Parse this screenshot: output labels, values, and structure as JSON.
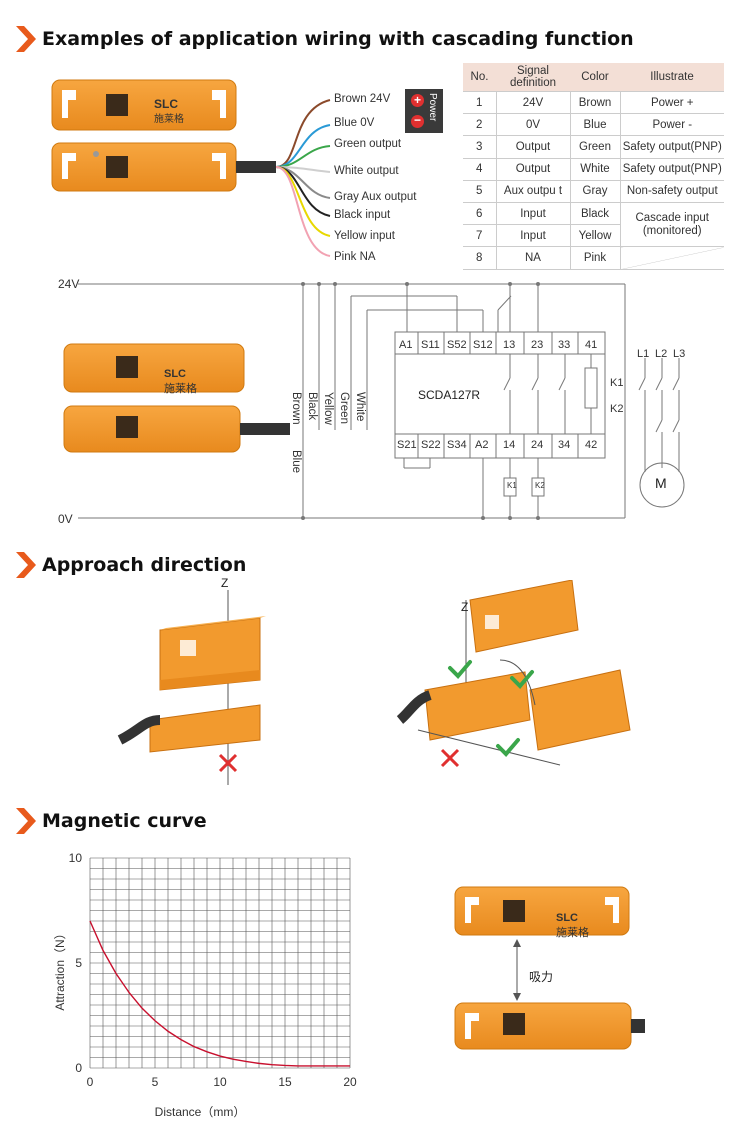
{
  "sections": {
    "wiring_title": "Examples of application wiring with cascading function",
    "approach_title": "Approach direction",
    "curve_title": "Magnetic curve"
  },
  "sensor": {
    "logo": "SLC",
    "brand_cn": "施莱格"
  },
  "wires": [
    {
      "label": "Brown 24V",
      "color": "#8b4a2b"
    },
    {
      "label": "Blue 0V",
      "color": "#2a9ad6"
    },
    {
      "label": "Green output",
      "color": "#3aa64a"
    },
    {
      "label": "White output",
      "color": "#cfcfcf"
    },
    {
      "label": "Gray Aux output",
      "color": "#8a8a8a"
    },
    {
      "label": "Black input",
      "color": "#222222"
    },
    {
      "label": "Yellow input",
      "color": "#e8d800"
    },
    {
      "label": "Pink NA",
      "color": "#f2a2b2"
    }
  ],
  "power_label": "Power",
  "table": {
    "headers": [
      "No.",
      "Signal definition",
      "Color",
      "Illustrate"
    ],
    "rows": [
      [
        "1",
        "24V",
        "Brown",
        "Power +"
      ],
      [
        "2",
        "0V",
        "Blue",
        "Power -"
      ],
      [
        "3",
        "Output",
        "Green",
        "Safety output(PNP)"
      ],
      [
        "4",
        "Output",
        "White",
        "Safety output(PNP)"
      ],
      [
        "5",
        "Aux outpu t",
        "Gray",
        "Non-safety output"
      ],
      [
        "6",
        "Input",
        "Black",
        "Cascade input (monitored)"
      ],
      [
        "7",
        "Input",
        "Yellow",
        ""
      ],
      [
        "8",
        "NA",
        "Pink",
        ""
      ]
    ]
  },
  "circuit": {
    "rail_top": "24V",
    "rail_bottom": "0V",
    "relay_model": "SCDA127R",
    "top_terminals": [
      "A1",
      "S11",
      "S52",
      "S12",
      "13",
      "23",
      "33",
      "41"
    ],
    "bottom_terminals": [
      "S21",
      "S22",
      "S34",
      "A2",
      "14",
      "24",
      "34",
      "42"
    ],
    "vertical_wires": [
      "Brown",
      "Black",
      "Yellow",
      "Green",
      "White"
    ],
    "blue_wire": "Blue",
    "contactors": [
      "K1",
      "K2"
    ],
    "phases": [
      "L1",
      "L2",
      "L3"
    ],
    "motor": "M"
  },
  "approach": {
    "axis_label": "Z"
  },
  "chart_data": {
    "type": "line",
    "title": "",
    "xlabel": "Distance（mm）",
    "ylabel": "Attraction（N）",
    "xlim": [
      0,
      20
    ],
    "ylim": [
      0,
      10
    ],
    "x_ticks": [
      "0",
      "5",
      "10",
      "15",
      "20"
    ],
    "y_ticks": [
      "0",
      "5",
      "10"
    ],
    "grid": true,
    "series": [
      {
        "color": "#c8102e",
        "x": [
          0,
          1,
          2,
          3,
          4,
          5,
          6,
          7,
          8,
          9,
          10,
          11,
          12,
          13,
          14,
          15,
          16,
          17,
          18,
          19,
          20
        ],
        "y": [
          7.0,
          5.6,
          4.5,
          3.6,
          2.85,
          2.25,
          1.75,
          1.35,
          1.02,
          0.77,
          0.57,
          0.42,
          0.31,
          0.22,
          0.16,
          0.12,
          0.1,
          0.1,
          0.1,
          0.1,
          0.1
        ]
      }
    ]
  },
  "attraction_label": "吸力"
}
